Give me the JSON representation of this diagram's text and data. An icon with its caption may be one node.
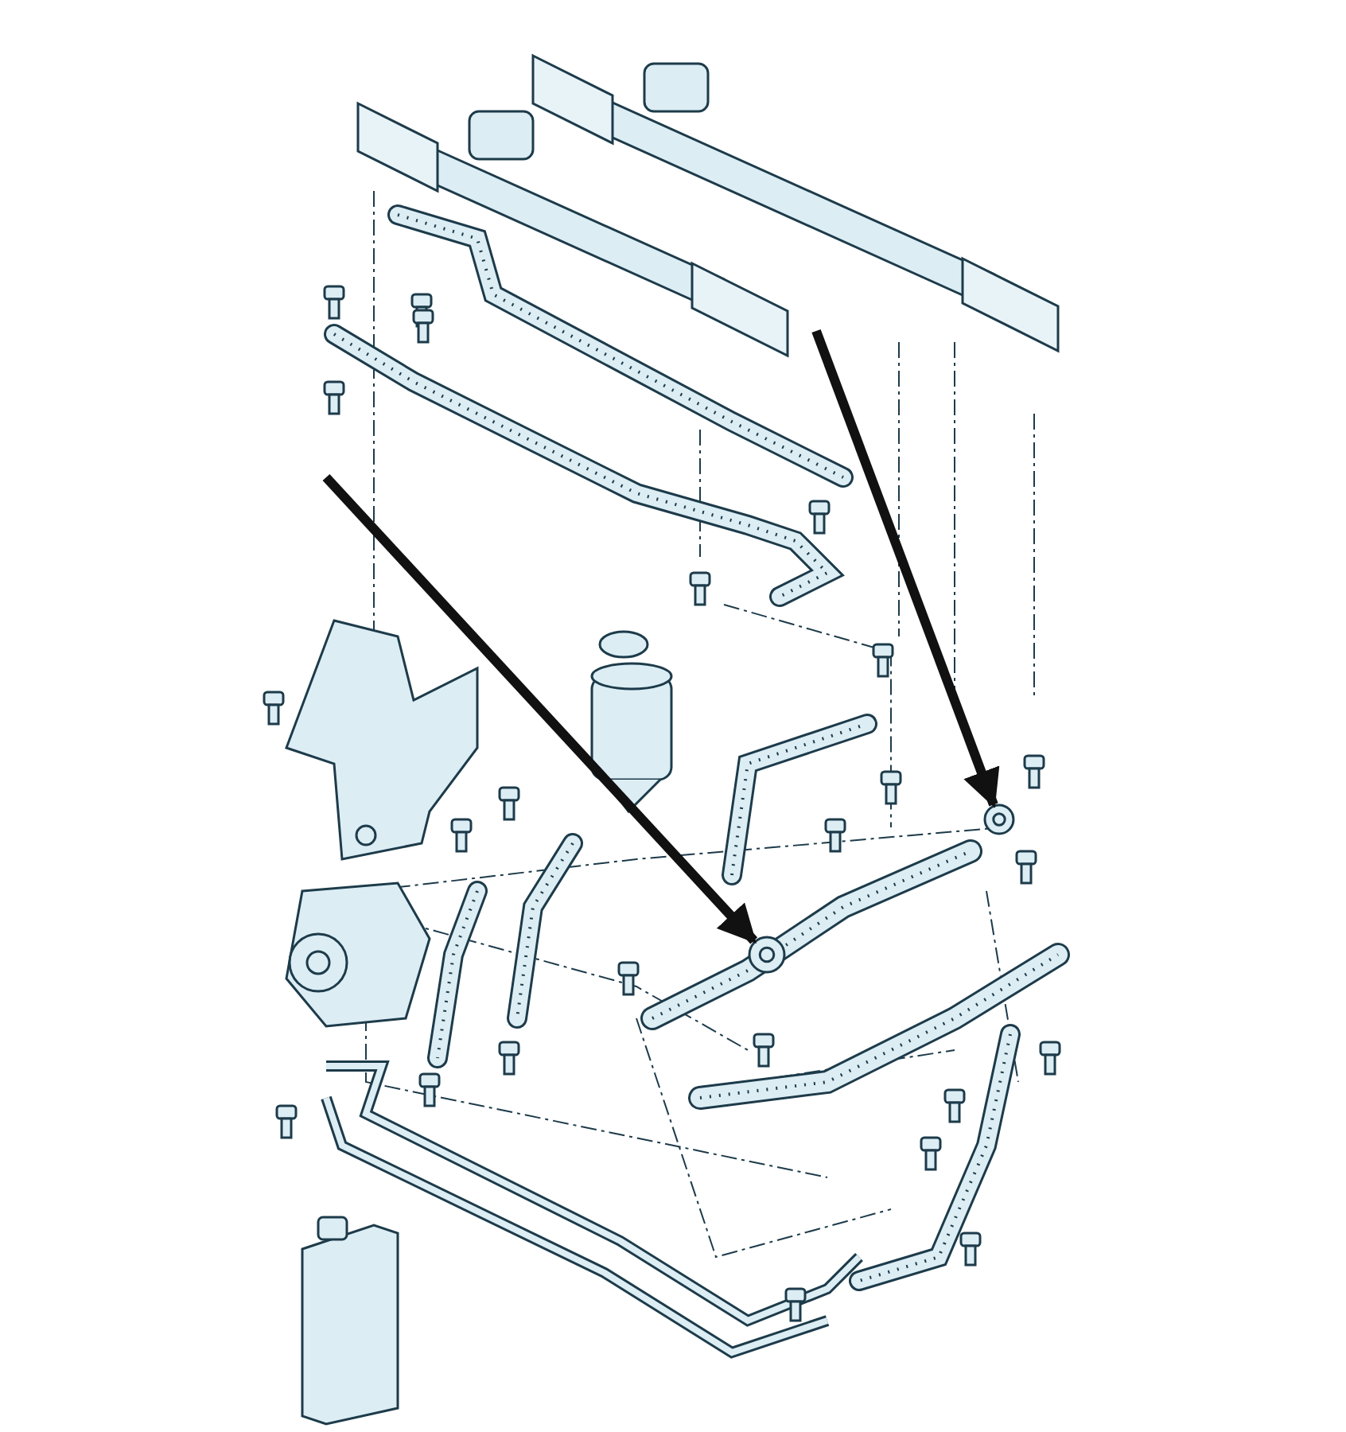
{
  "diagram": {
    "nodes": [
      {
        "text": [],
        "shape": "picture"
      },
      {
        "text": [],
        "shape": "picture"
      }
    ],
    "edges": [
      {
        "from": null,
        "to": 0,
        "arrow": "to"
      },
      {
        "from": null,
        "to": 1,
        "arrow": "to"
      }
    ]
  }
}
